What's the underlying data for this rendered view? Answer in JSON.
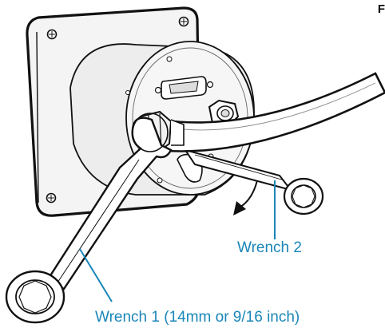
{
  "corner_text": "F",
  "labels": {
    "wrench2": "Wrench 2",
    "wrench1": "Wrench 1 (14mm or 9/16 inch)"
  },
  "colors": {
    "callout": "#1a86b8",
    "outline": "#111111",
    "panel_fill": "#f4f4f4",
    "housing_fill": "#ededed"
  }
}
